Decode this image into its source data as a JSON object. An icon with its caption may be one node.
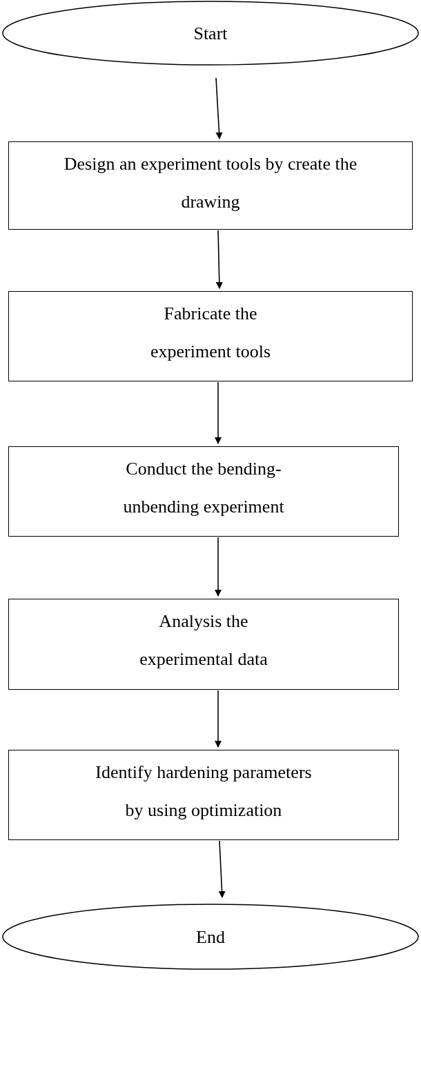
{
  "diagram": {
    "nodes": [
      {
        "text": [
          "Start"
        ]
      },
      {
        "text": [
          "Design an experiment tools by create the drawing"
        ]
      },
      {
        "text": [
          "Fabricate the experiment tools"
        ]
      },
      {
        "text": [
          "Conduct the bending-unbending experiment"
        ]
      },
      {
        "text": [
          "Analysis the experimental data"
        ]
      },
      {
        "text": [
          "Identify hardening parameters by using optimization"
        ]
      },
      {
        "text": [
          "End"
        ]
      }
    ],
    "edges": [
      {
        "from": 0,
        "to": 1,
        "arrow": "to"
      },
      {
        "from": 1,
        "to": 2,
        "arrow": "to"
      },
      {
        "from": 2,
        "to": 3,
        "arrow": "to"
      },
      {
        "from": 3,
        "to": 4,
        "arrow": "to"
      },
      {
        "from": 4,
        "to": 5,
        "arrow": "to"
      },
      {
        "from": 5,
        "to": 6,
        "arrow": "to"
      }
    ]
  }
}
